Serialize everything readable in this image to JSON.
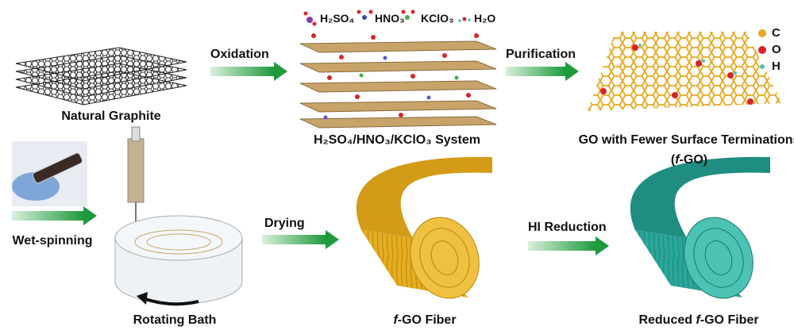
{
  "steps": {
    "natural_graphite": "Natural Graphite",
    "oxidation": "Oxidation",
    "acid_system": "H₂SO₄/HNO₃/KClO₃ System",
    "purification": "Purification",
    "fgo_title": "GO with Fewer Surface Terminations",
    "fgo_short_italic": "f",
    "fgo_short_rest": "-GO",
    "wet_spinning": "Wet-spinning",
    "rotating_bath": "Rotating Bath",
    "drying": "Drying",
    "fiber_italic": "f",
    "fiber_rest": "-GO Fiber",
    "hi_reduction": "HI Reduction",
    "reduced_prefix": "Reduced ",
    "reduced_italic": "f",
    "reduced_rest": "-GO Fiber"
  },
  "reagents": [
    "H₂SO₄",
    "HNO₃",
    "KClO₃",
    "H₂O"
  ],
  "legend": [
    {
      "symbol": "C",
      "color": "#e8a81c"
    },
    {
      "symbol": "O",
      "color": "#d8232a"
    },
    {
      "symbol": "H",
      "color": "#4fc4b8"
    }
  ],
  "colors": {
    "arrow": "#1e9a3c",
    "fgo_fiber": "#e6ad1e",
    "reduced_fiber": "#2aa79a"
  }
}
